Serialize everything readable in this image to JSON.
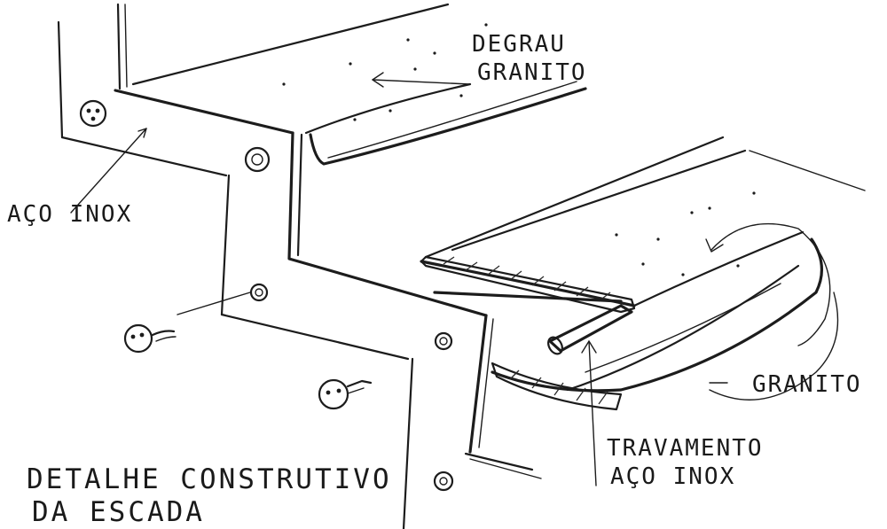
{
  "labels": {
    "degrau_line1": "DEGRAU",
    "degrau_line2": "GRANITO",
    "aco_inox": "AÇO INOX",
    "granito": "GRANITO",
    "travamento_line1": "TRAVAMENTO",
    "travamento_line2": "AÇO INOX",
    "detalhe_line1": "DETALHE CONSTRUTIVO",
    "detalhe_line2": "DA ESCADA"
  },
  "colors": {
    "ink": "#1c1c1c",
    "paper": "#ffffff"
  }
}
